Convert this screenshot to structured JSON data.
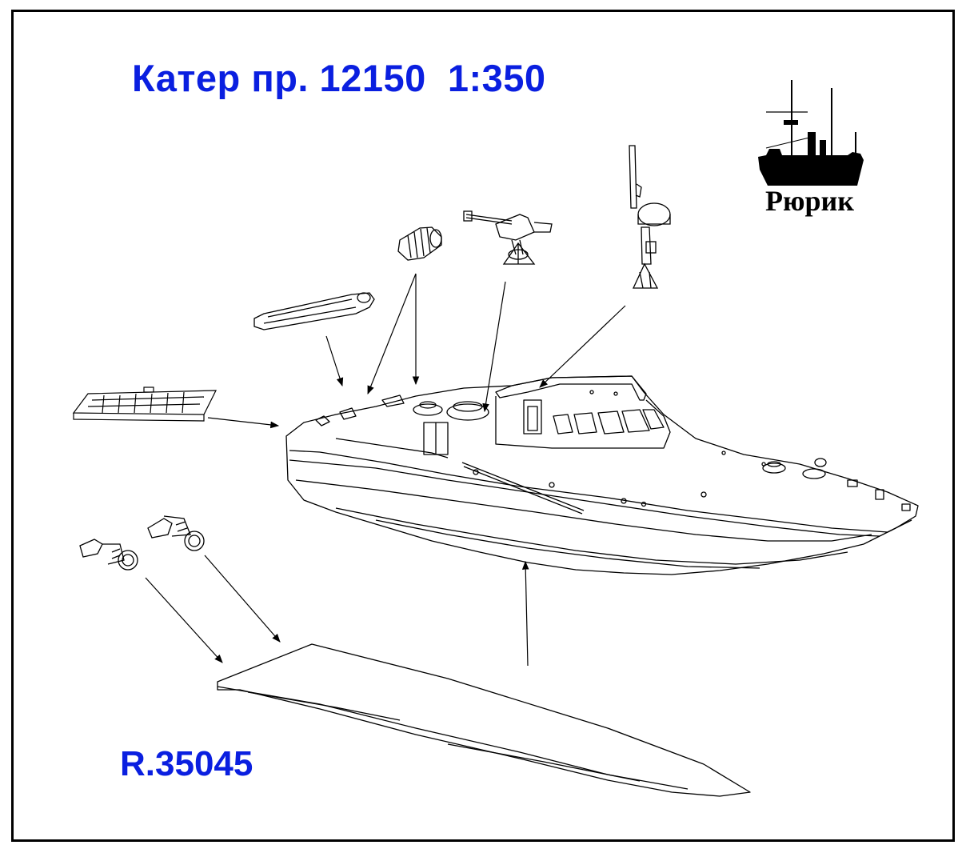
{
  "header": {
    "title": "Катер пр. 12150  1:350"
  },
  "brand": {
    "name": "Рюрик"
  },
  "footer": {
    "code": "R.35045"
  },
  "colors": {
    "accent_text": "#0a1fe0",
    "line": "#000000",
    "background": "#ffffff"
  }
}
